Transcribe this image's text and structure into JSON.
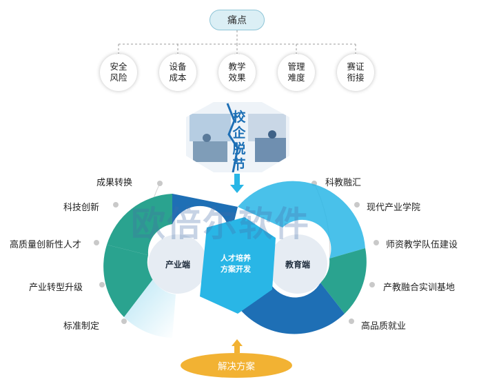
{
  "top_label": "痛点",
  "pain_points": [
    {
      "line1": "安全",
      "line2": "风险"
    },
    {
      "line1": "设备",
      "line2": "成本"
    },
    {
      "line1": "教学",
      "line2": "效果"
    },
    {
      "line1": "管理",
      "line2": "难度"
    },
    {
      "line1": "赛证",
      "line2": "衔接"
    }
  ],
  "center_title": "校企脱节",
  "left_labels": [
    "成果转换",
    "科技创新",
    "高质量创新性人才",
    "产业转型升级",
    "标准制定"
  ],
  "right_labels": [
    "科教融汇",
    "现代产业学院",
    "师资教学队伍建设",
    "产教融合实训基地",
    "高品质就业"
  ],
  "left_ring_label": "产业端",
  "right_ring_label": "教育端",
  "center_line1": "人才培养",
  "center_line2": "方案开发",
  "bottom_label": "解决方案",
  "watermark_text": "欧倍尔软件",
  "colors": {
    "teal": "#2aa38f",
    "blue": "#1e6fb5",
    "light_blue": "#29b6e6",
    "orange": "#f2b233"
  }
}
